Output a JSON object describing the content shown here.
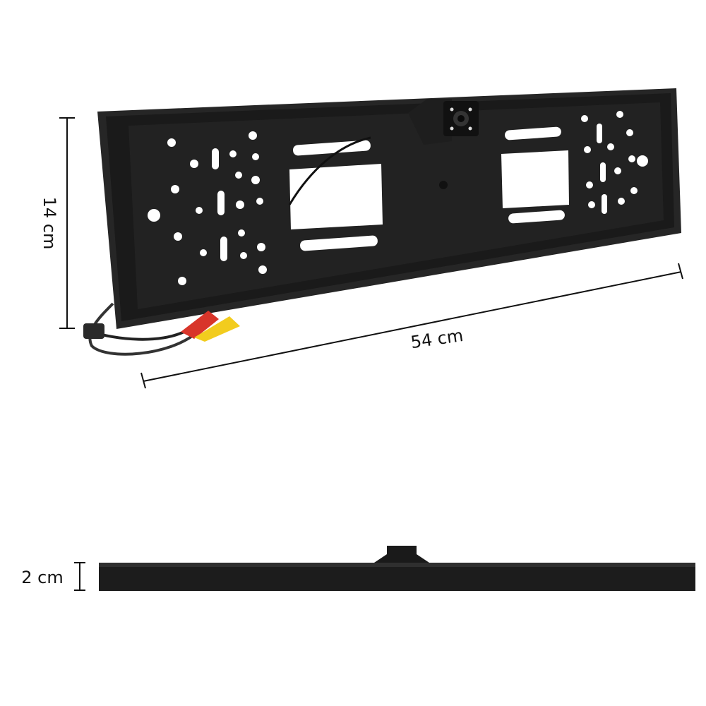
{
  "dimensions": {
    "height_label": "14 cm",
    "width_label": "54 cm",
    "depth_label": "2 cm"
  },
  "colors": {
    "frame": "#1c1c1c",
    "frame_edge": "#2e2e2e",
    "background": "#ffffff",
    "cable_red": "#d8352a",
    "cable_yellow": "#f2cc1e"
  }
}
